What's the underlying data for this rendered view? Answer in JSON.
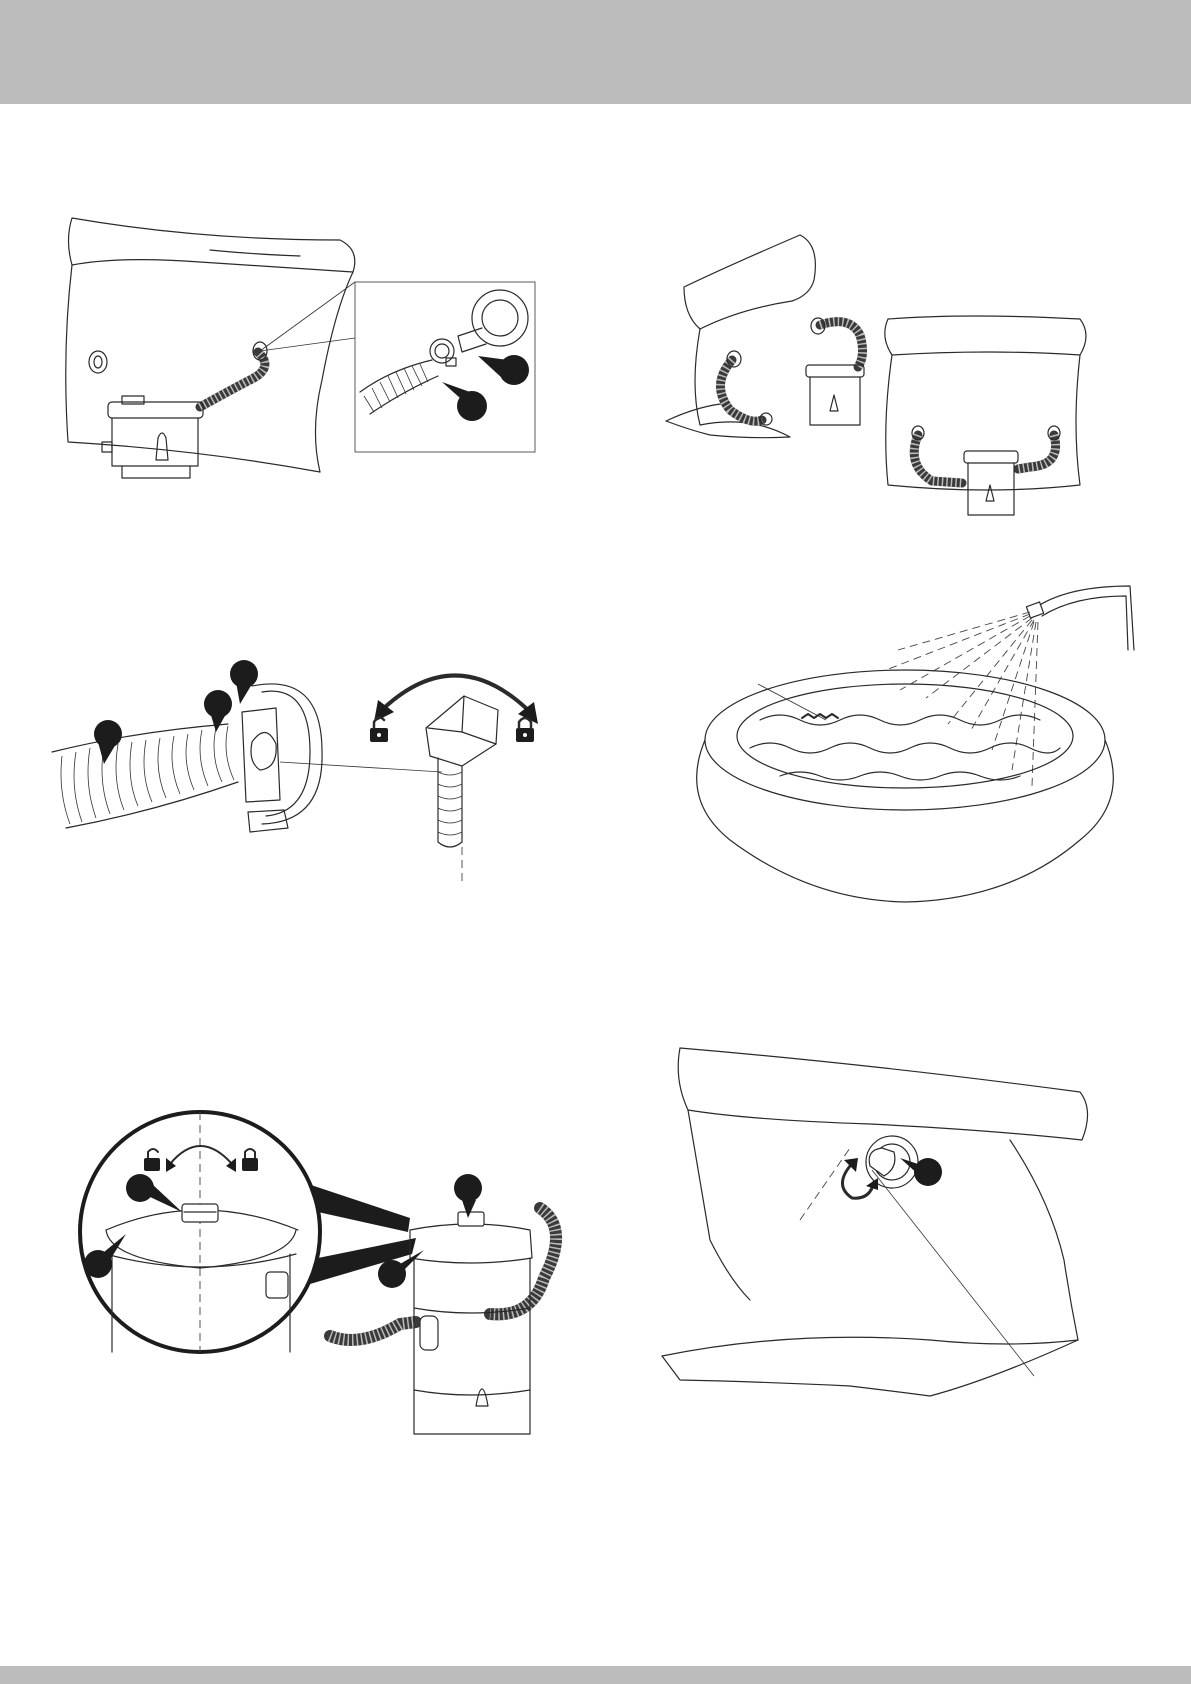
{
  "page": {
    "header_band_color": "#bcbcbc",
    "footer_band_color": "#bcbcbc",
    "line_color": "#2a2a2a",
    "callout_color": "#1c1c1c"
  },
  "panels": [
    {
      "name": "hose-connection-to-pool-inlet",
      "icons": [
        "pool-wall-icon",
        "filter-pump-icon",
        "hose-icon",
        "hose-clamp-icon",
        "callout-pin-icon"
      ]
    },
    {
      "name": "two-pool-hose-configurations",
      "icons": [
        "pool-wall-icon",
        "filter-pump-icon",
        "hose-icon"
      ]
    },
    {
      "name": "strainer-connector-lock",
      "icons": [
        "hose-icon",
        "connector-icon",
        "unlock-icon",
        "lock-icon",
        "rotate-arrow-icon",
        "callout-pin-icon"
      ]
    },
    {
      "name": "filling-pool-with-water",
      "icons": [
        "garden-hose-icon",
        "water-spray-icon",
        "pool-icon",
        "water-level-line-icon"
      ]
    },
    {
      "name": "pump-cover-lock",
      "icons": [
        "filter-pump-icon",
        "magnifier-circle-icon",
        "unlock-icon",
        "lock-icon",
        "rotate-arrow-icon",
        "callout-pin-icon"
      ]
    },
    {
      "name": "pool-drain-valve",
      "icons": [
        "pool-wall-icon",
        "drain-valve-icon",
        "rotate-arrow-icon",
        "callout-pin-icon"
      ]
    }
  ]
}
